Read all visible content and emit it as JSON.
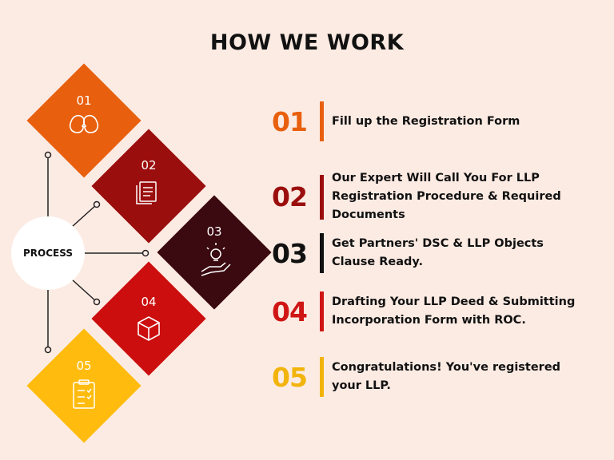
{
  "title": "HOW WE WORK",
  "process_label": "PROCESS",
  "steps": [
    {
      "num": "01",
      "text": "Fill up the Registration Form",
      "color": "#e8600e",
      "icon": "two-heads-icon"
    },
    {
      "num": "02",
      "text": "Our Expert Will Call You For LLP Registration Procedure & Required Documents",
      "color": "#9b0e0e",
      "icon": "document-list-icon"
    },
    {
      "num": "03",
      "text": "Get Partners' DSC & LLP Objects Clause Ready.",
      "color": "#3a0a10",
      "icon": "lightbulb-hand-icon"
    },
    {
      "num": "04",
      "text": "Drafting Your LLP Deed & Submitting Incorporation Form with ROC.",
      "color": "#cc0e0e",
      "icon": "cube-icon"
    },
    {
      "num": "05",
      "text": "Congratulations! You've registered your LLP.",
      "color": "#ffbc0f",
      "icon": "clipboard-check-icon"
    }
  ],
  "num_colors": [
    "#e8600e",
    "#9b0e0e",
    "#111111",
    "#d01515",
    "#f2b40c"
  ],
  "bar_colors": [
    "#e8600e",
    "#9b0e0e",
    "#111111",
    "#d01515",
    "#f2b40c"
  ]
}
